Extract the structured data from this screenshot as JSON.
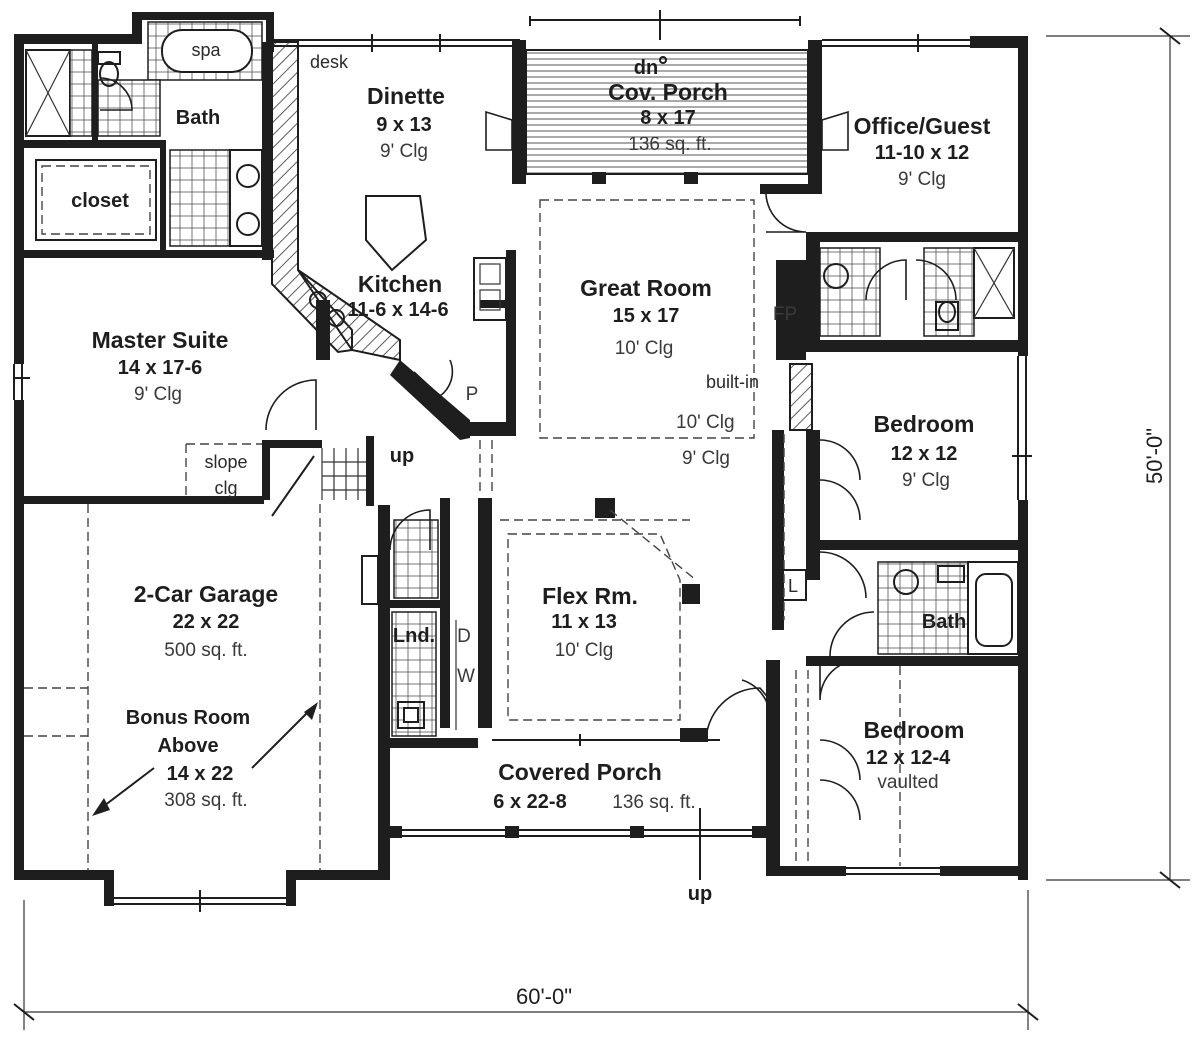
{
  "rooms": {
    "spa": "spa",
    "bath_master": "Bath",
    "closet": "closet",
    "desk": "desk",
    "dinette": {
      "name": "Dinette",
      "size": "9 x 13",
      "ceiling": "9' Clg"
    },
    "cov_porch": {
      "dn": "dn",
      "name": "Cov. Porch",
      "size": "8 x 17",
      "area": "136 sq. ft."
    },
    "office": {
      "name": "Office/Guest",
      "size": "11-10 x 12",
      "ceiling": "9' Clg"
    },
    "kitchen": {
      "name": "Kitchen",
      "size": "11-6 x 14-6"
    },
    "great_room": {
      "name": "Great Room",
      "size": "15 x 17",
      "ceiling": "10' Clg"
    },
    "fp": "FP",
    "builtin": "built-in",
    "ceil_10": "10' Clg",
    "ceil_9": "9' Clg",
    "pantry": "P",
    "master": {
      "name": "Master Suite",
      "size": "14 x 17-6",
      "ceiling": "9' Clg"
    },
    "slope": "slope",
    "clg": "clg",
    "up_stair": "up",
    "bedroom1": {
      "name": "Bedroom",
      "size": "12 x 12",
      "ceiling": "9' Clg"
    },
    "linen": "L",
    "bath2": "Bath",
    "garage": {
      "name": "2-Car Garage",
      "size": "22 x 22",
      "area": "500 sq. ft."
    },
    "bonus": {
      "line1": "Bonus Room",
      "line2": "Above",
      "size": "14 x 22",
      "area": "308 sq. ft."
    },
    "laundry": "Lnd.",
    "dryer": "D",
    "washer": "W",
    "flex": {
      "name": "Flex Rm.",
      "size": "11 x 13",
      "ceiling": "10' Clg"
    },
    "bedroom2": {
      "name": "Bedroom",
      "size": "12 x 12-4",
      "ceiling": "vaulted"
    },
    "covered_porch": {
      "name": "Covered Porch",
      "size": "6 x 22-8",
      "area": "136 sq. ft."
    },
    "up_front": "up"
  },
  "dimensions": {
    "width": "60'-0\"",
    "depth": "50'-0\""
  }
}
